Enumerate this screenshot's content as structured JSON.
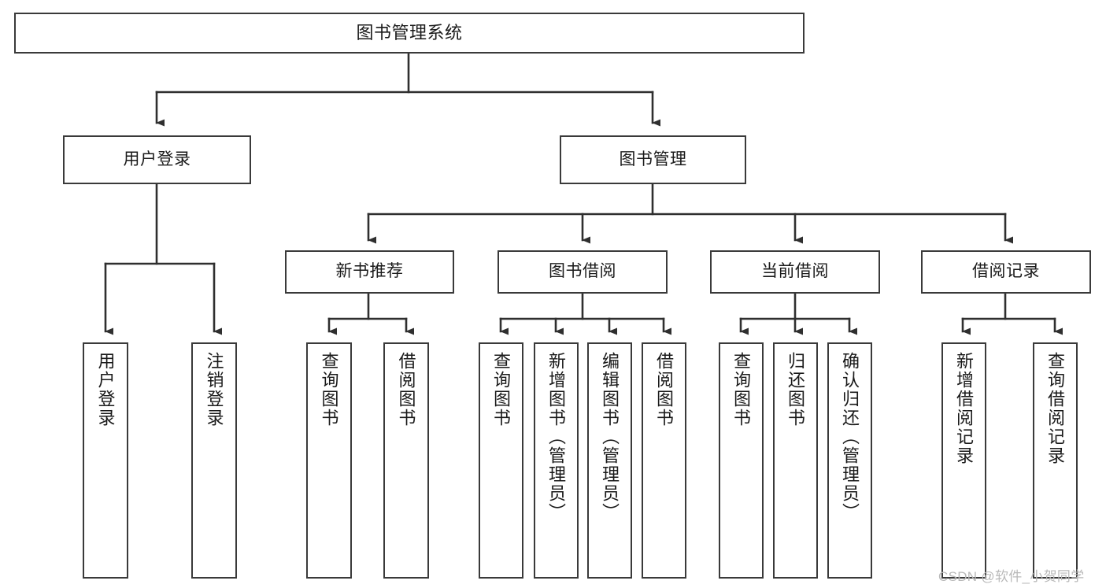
{
  "diagram": {
    "title": "图书管理系统",
    "type": "tree-hierarchy-chart",
    "root": {
      "label": "图书管理系统"
    },
    "level1": [
      {
        "label": "用户登录"
      },
      {
        "label": "图书管理"
      }
    ],
    "level2": [
      {
        "label": "新书推荐"
      },
      {
        "label": "图书借阅"
      },
      {
        "label": "当前借阅"
      },
      {
        "label": "借阅记录"
      }
    ],
    "leaves": {
      "user_login": [
        {
          "label": "用户登录"
        },
        {
          "label": "注销登录"
        }
      ],
      "new_book_recommend": [
        {
          "label": "查询图书"
        },
        {
          "label": "借阅图书"
        }
      ],
      "book_borrow": [
        {
          "label": "查询图书"
        },
        {
          "label": "新增图书（管理员）"
        },
        {
          "label": "编辑图书（管理员）"
        },
        {
          "label": "借阅图书"
        }
      ],
      "current_borrow": [
        {
          "label": "查询图书"
        },
        {
          "label": "归还图书"
        },
        {
          "label": "确认归还（管理员）"
        }
      ],
      "borrow_record": [
        {
          "label": "新增借阅记录"
        },
        {
          "label": "查询借阅记录"
        }
      ]
    }
  },
  "watermark": {
    "text": "CSDN @软件_小贺同学"
  },
  "colors": {
    "border": "#3a3a3a",
    "background": "#ffffff",
    "text": "#1a1a1a",
    "watermark": "#b9b9b9"
  }
}
